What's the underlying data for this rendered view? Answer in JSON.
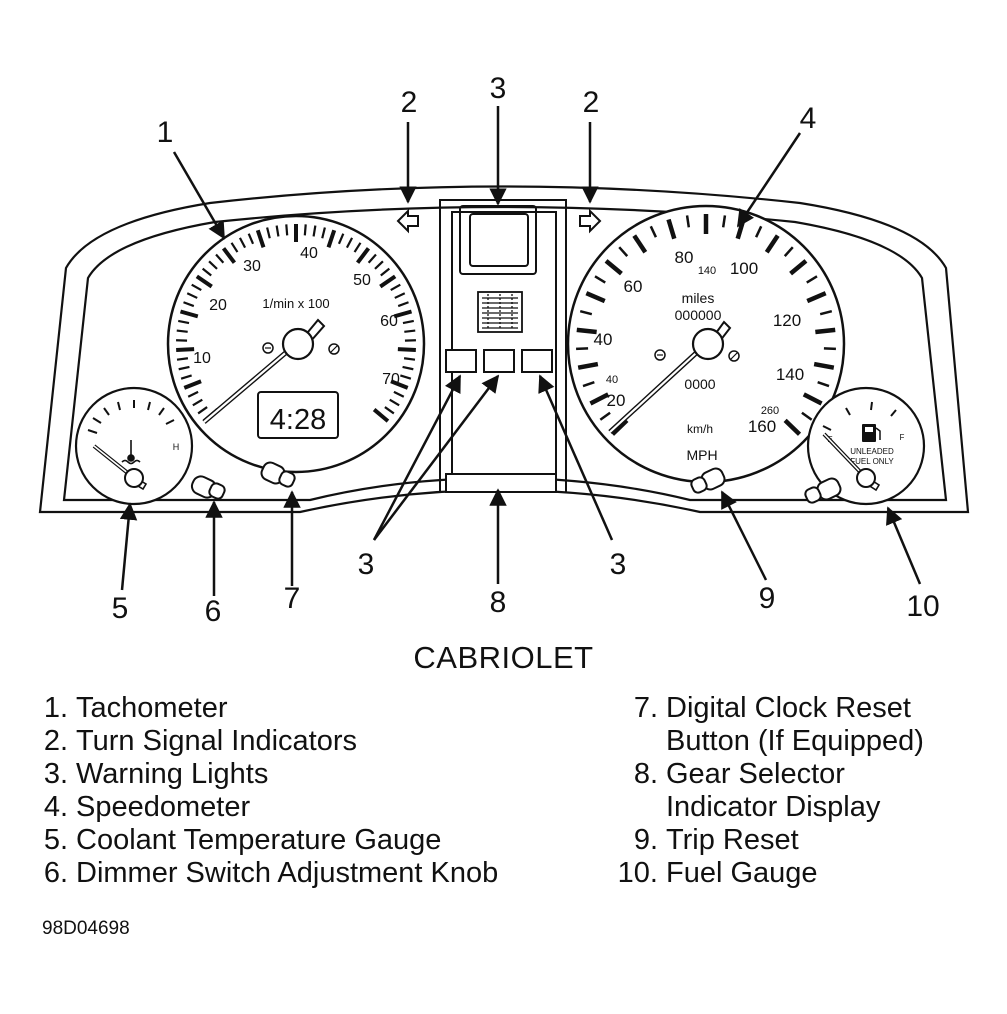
{
  "caption": "CABRIOLET",
  "figure_id": "98D04698",
  "legend_left": [
    {
      "num": "1.",
      "text": "Tachometer"
    },
    {
      "num": "2.",
      "text": "Turn Signal Indicators"
    },
    {
      "num": "3.",
      "text": "Warning Lights"
    },
    {
      "num": "4.",
      "text": "Speedometer"
    },
    {
      "num": "5.",
      "text": "Coolant Temperature Gauge"
    },
    {
      "num": "6.",
      "text": "Dimmer Switch Adjustment Knob"
    }
  ],
  "legend_right": [
    {
      "num": "7.",
      "text": "Digital Clock Reset"
    },
    {
      "num": "",
      "text": "Button (If Equipped)"
    },
    {
      "num": "8.",
      "text": "Gear Selector"
    },
    {
      "num": "",
      "text": "Indicator Display"
    },
    {
      "num": "9.",
      "text": "Trip Reset"
    },
    {
      "num": "10.",
      "text": "Fuel Gauge"
    }
  ],
  "callouts": {
    "tach": "1",
    "turn_left": "2",
    "warn_top": "3",
    "turn_right": "2",
    "speedo": "4",
    "coolant": "5",
    "dimmer": "6",
    "clock": "7",
    "warn_left": "3",
    "gear": "8",
    "warn_right": "3",
    "trip": "9",
    "fuel": "10"
  },
  "tachometer": {
    "numbers": [
      "10",
      "20",
      "30",
      "40",
      "50",
      "60",
      "70"
    ],
    "unit": "1/min x 100",
    "clock_display": "4:28"
  },
  "speedometer": {
    "mph_numbers": [
      "20",
      "40",
      "60",
      "80",
      "100",
      "120",
      "140",
      "160"
    ],
    "kmh_numbers": [
      "40",
      "140",
      "260"
    ],
    "odometer_label": "miles",
    "odometer": "000000",
    "trip": "0000",
    "kmh_label": "km/h",
    "mph_label": "MPH"
  },
  "coolant_gauge": {
    "hot_label": "H"
  },
  "fuel_gauge": {
    "empty_label": "E",
    "full_label": "F",
    "line1": "UNLEADED",
    "line2": "FUEL ONLY"
  }
}
